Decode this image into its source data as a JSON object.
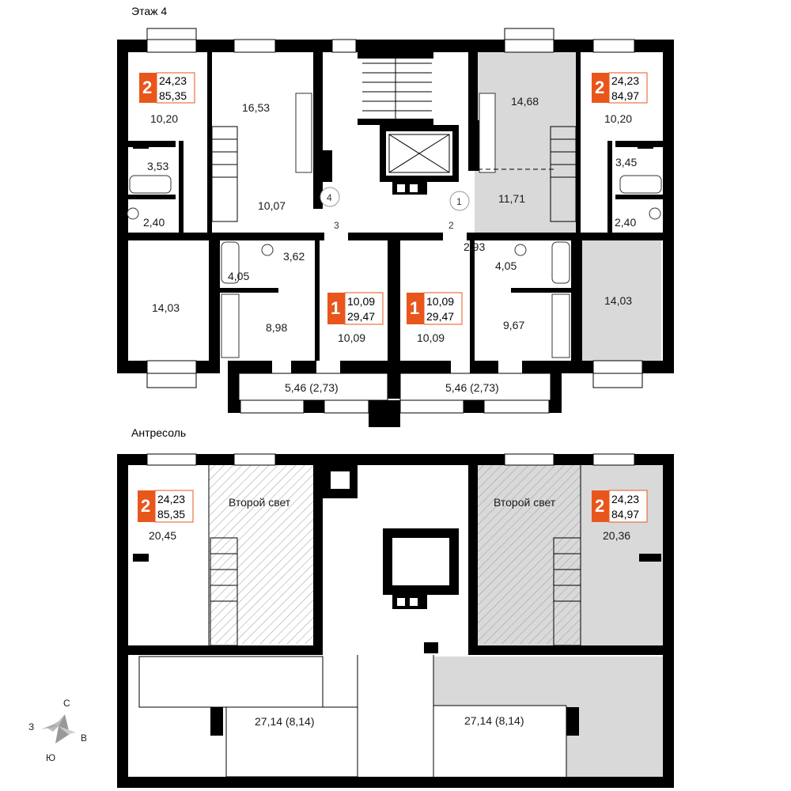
{
  "levels": {
    "floor": {
      "title": "Этаж 4"
    },
    "mezzanine": {
      "title": "Антресоль"
    }
  },
  "colors": {
    "accent": "#e8561c",
    "highlight": "#d9d9d9",
    "wall": "#000000",
    "hatch": "#9a9a9a"
  },
  "badges": {
    "floor_left": {
      "rooms": "2",
      "living_area": "24,23",
      "total_area": "85,35"
    },
    "floor_right": {
      "rooms": "2",
      "living_area": "24,23",
      "total_area": "84,97"
    },
    "floor_mid_left": {
      "rooms": "1",
      "living_area": "10,09",
      "total_area": "29,47"
    },
    "floor_mid_right": {
      "rooms": "1",
      "living_area": "10,09",
      "total_area": "29,47"
    },
    "mezz_left": {
      "rooms": "2",
      "living_area": "24,23",
      "total_area": "85,35"
    },
    "mezz_right": {
      "rooms": "2",
      "living_area": "24,23",
      "total_area": "84,97"
    }
  },
  "rooms": {
    "f_l_top": "10,20",
    "f_l_kitchen": "16,53",
    "f_l_bath": "3,53",
    "f_l_wc": "2,40",
    "f_l_hall": "10,07",
    "f_l_bed": "14,03",
    "f_ml_bath": "4,05",
    "f_ml_hall": "3,62",
    "f_ml_kitchen": "8,98",
    "f_ml_room": "10,09",
    "f_ml_loggia": "5,46 (2,73)",
    "f_mr_room": "10,09",
    "f_mr_hall": "2,93",
    "f_mr_bath": "4,05",
    "f_mr_kitchen": "9,67",
    "f_mr_loggia": "5,46 (2,73)",
    "f_r_kitchen": "14,68",
    "f_r_top": "10,20",
    "f_r_bath": "3,45",
    "f_r_hall": "11,71",
    "f_r_wc": "2,40",
    "f_r_bed": "14,03",
    "m_l_room": "20,45",
    "m_l_terrace": "27,14 (8,14)",
    "m_r_room": "20,36",
    "m_r_terrace": "27,14 (8,14)",
    "m_l_void": "Второй свет",
    "m_r_void": "Второй свет"
  },
  "door_numbers": [
    "1",
    "2",
    "3",
    "4"
  ],
  "compass": {
    "north": "С",
    "south": "Ю",
    "west": "З",
    "east": "В"
  }
}
